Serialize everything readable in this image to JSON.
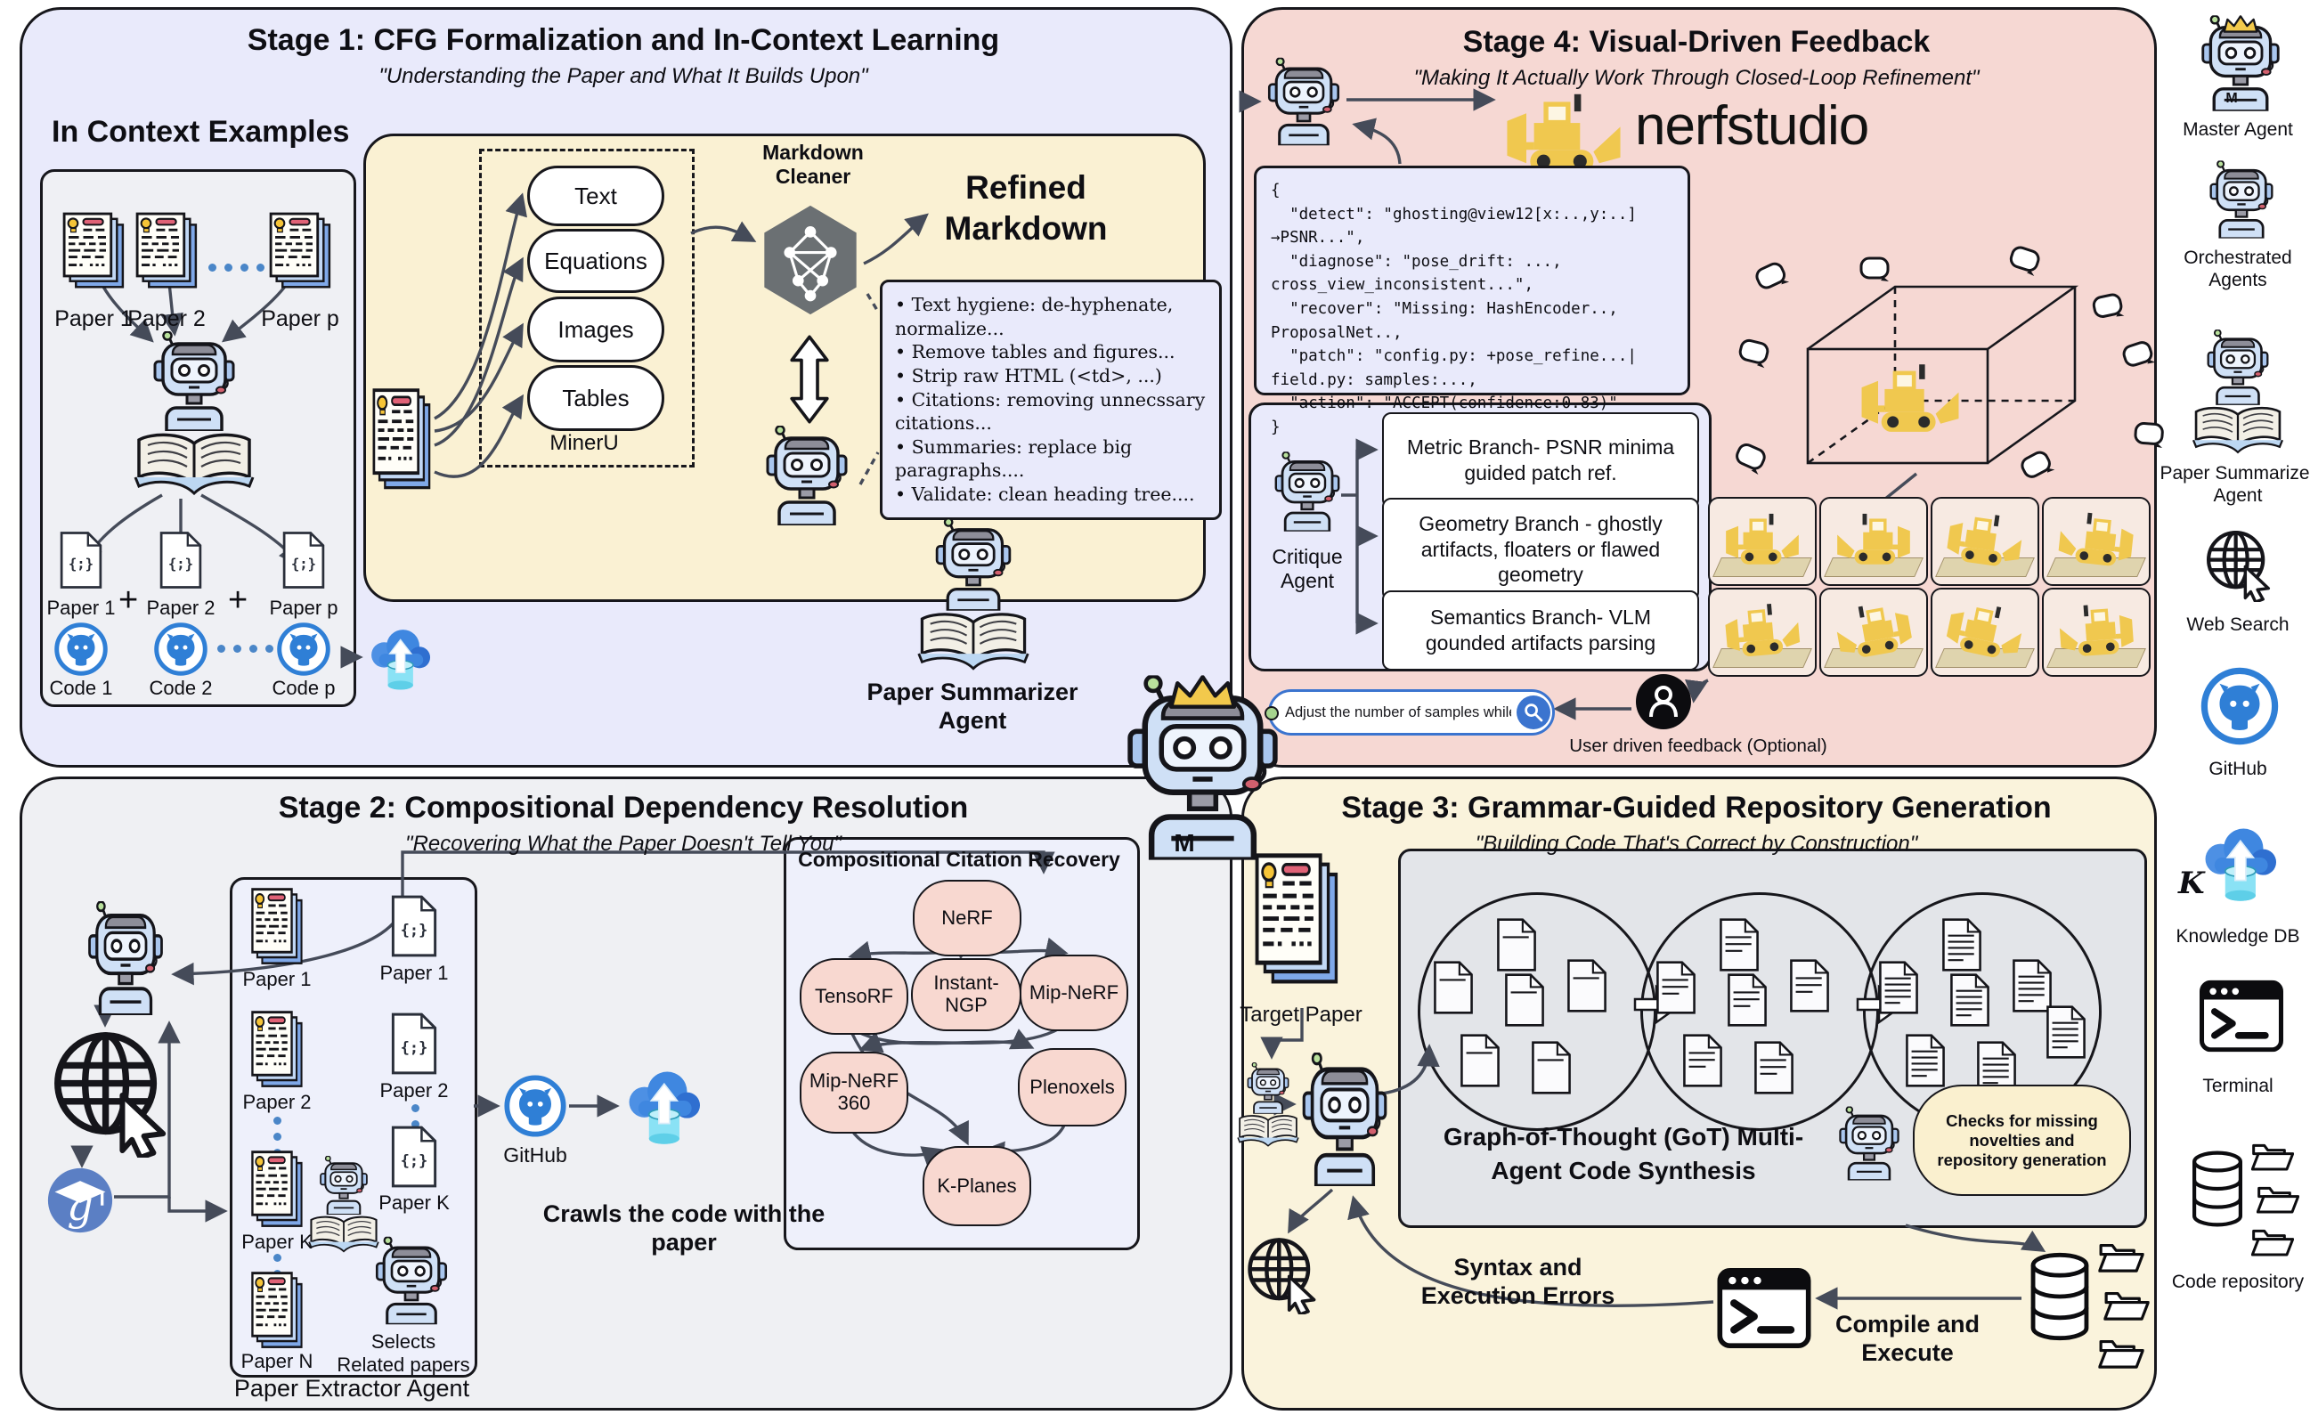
{
  "stage1": {
    "title": "Stage 1: CFG Formalization and In-Context Learning",
    "subtitle": "\"Understanding the Paper and What It Builds Upon\"",
    "in_context_heading": "In Context Examples",
    "papers": [
      "Paper 1",
      "Paper 2",
      "Paper p"
    ],
    "plus": "+",
    "code_files": [
      "Paper 1",
      "Paper 2",
      "Paper p"
    ],
    "codes": [
      "Code 1",
      "Code 2",
      "Code p"
    ],
    "mineru_label": "MinerU",
    "mineru_nodes": [
      "Text",
      "Equations",
      "Images",
      "Tables"
    ],
    "markdown_cleaner": "Markdown Cleaner",
    "refined_markdown": "Refined Markdown",
    "cleaner_bullets": [
      "Text hygiene: de-hyphenate, normalize...",
      "Remove tables and figures...",
      "Strip raw HTML (<td>, ...)",
      "Citations: removing unnecssary citations...",
      "Summaries: replace big paragraphs....",
      "Validate: clean heading tree...."
    ],
    "summarizer_label": "Paper Summarizer Agent"
  },
  "stage2": {
    "title": "Stage 2: Compositional Dependency Resolution",
    "subtitle": "\"Recovering What the Paper Doesn't Tell You\"",
    "left_papers": [
      "Paper 1",
      "Paper 2",
      "Paper K",
      "Paper N"
    ],
    "right_papers": [
      "Paper 1",
      "Paper 2",
      "Paper K"
    ],
    "selects_label": "Selects Related papers",
    "extractor_label": "Paper Extractor Agent",
    "github_label": "GitHub",
    "crawl_label": "Crawls the code with the paper",
    "citation_title": "Compositional Citation Recovery",
    "citation_nodes": [
      "NeRF",
      "TensoRF",
      "Instant-NGP",
      "Mip-NeRF",
      "Mip-NeRF 360",
      "Plenoxels",
      "K-Planes"
    ]
  },
  "stage3": {
    "title": "Stage 3: Grammar-Guided Repository Generation",
    "subtitle": "\"Building Code That's Correct by Construction\"",
    "target_paper": "Target Paper",
    "got_label": "Graph-of-Thought (GoT) Multi-Agent Code Synthesis",
    "checks_label": "Checks for missing novelties and repository generation",
    "syntax_label": "Syntax and Execution Errors",
    "compile_label": "Compile and Execute"
  },
  "stage4": {
    "title": "Stage 4: Visual-Driven Feedback",
    "subtitle": "\"Making It Actually Work Through Closed-Loop Refinement\"",
    "nerfstudio": "nerfstudio",
    "json_code": "{\n  \"detect\": \"ghosting@view12[x:..,y:..]\n→PSNR...\",\n  \"diagnose\": \"pose_drift: ...,\ncross_view_inconsistent...\",\n  \"recover\": \"Missing: HashEncoder..,\nProposalNet..,\n  \"patch\": \"config.py: +pose_refine...|\nfield.py: samples:...,\n  \"action\": \"ACCEPT(confidence:0.83)\"\n}",
    "critique_label": "Critique Agent",
    "branches": [
      "Metric Branch- PSNR minima guided patch ref.",
      "Geometry Branch - ghostly artifacts,  floaters or flawed geometry",
      "Semantics Branch- VLM gounded artifacts parsing"
    ],
    "search_text": "Adjust the number of samples while rendering...",
    "feedback_label": "User driven feedback (Optional)"
  },
  "legend": {
    "master_badge": "M",
    "k_glyph": "K",
    "items": [
      {
        "label": "Master Agent"
      },
      {
        "label": "Orchestrated Agents"
      },
      {
        "label": "Paper Summarizer Agent"
      },
      {
        "label": "Web Search"
      },
      {
        "label": "GitHub"
      },
      {
        "label": "Knowledge DB"
      },
      {
        "label": "Terminal"
      },
      {
        "label": "Code repository"
      }
    ]
  },
  "icons": {
    "search": "magnifier",
    "user": "person-silhouette",
    "github": "octocat-circle",
    "web_search": "globe-with-cursor",
    "terminal": "prompt-window",
    "knowledge_db": "cloud-upload-cylinder",
    "markdown_cleaner": "hexagon-neural-net",
    "nerfstudio": "yellow-bulldozer",
    "scholar": "graduation-g-circle",
    "code_repository": "database-with-folders"
  },
  "colors": {
    "stage1_bg": "#e9eafb",
    "stage2_bg": "#eff0f3",
    "stage3_bg": "#faf3dc",
    "stage4_bg": "#f6d8d3",
    "mineru_bg": "#faf1d3",
    "lav_box": "#e9eafb",
    "node_pink": "#f8d8d0",
    "got_gray": "#e3e5e9",
    "accent_blue": "#2f7fd6",
    "wire": "#454b59",
    "yellow_note": "#faf0cf"
  }
}
